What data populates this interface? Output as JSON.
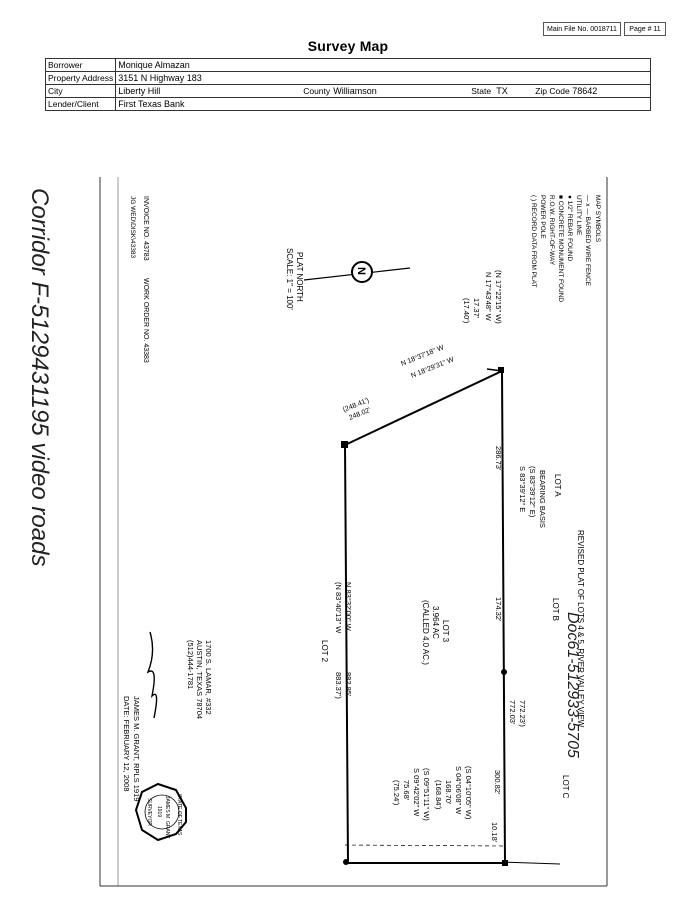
{
  "header": {
    "file_no": "Main File No. 0018711",
    "page_no": "Page # 11",
    "title": "Survey Map"
  },
  "subject": {
    "borrower_label": "Borrower",
    "borrower": "Monique Almazan",
    "address_label": "Property Address",
    "address": "3151 N Highway 183",
    "city_label": "City",
    "city": "Liberty Hill",
    "county_label": "County",
    "county": "Williamson",
    "state_label": "State",
    "state": "TX",
    "zip_label": "Zip Code",
    "zip": "78642",
    "lender_label": "Lender/Client",
    "lender": "First Texas Bank"
  },
  "handwriting": {
    "left_note": "Corridor F-5129431195 video roads",
    "right_note": "Doc61-512933-5705"
  },
  "plat": {
    "title": "REVISED PLAT OF LOTS 4 & 5, RIVER VALLEY VIEW",
    "lot_a": "LOT A",
    "lot_b": "LOT B",
    "lot_c": "LOT C",
    "lot_2": "LOT 2",
    "lot_3": "LOT 3",
    "lot_3_area": "3.964 AC",
    "lot_3_called": "(CALLED 4.0 AC.)",
    "bearing_basis": "BEARING BASIS",
    "bearing_1": "(S 83°39'12\" E)",
    "bearing_2": "S 83°39'12\" E",
    "dist_north_1": "286.73'",
    "dist_north_2": "174.32'",
    "dist_north_3": "772.23')",
    "dist_north_4": "772.03'",
    "dist_east_1": "300.82'",
    "dist_east_2": "10.18'",
    "east_b1": "(S 04°10'05\" W)",
    "east_b2": "S 04°06'08\" W",
    "east_b3": "168.70'",
    "east_b4": "(168.84')",
    "east_b5": "(S 09°51'11\" W)",
    "east_b6": "S 09°42'02\" W",
    "east_b7": "75.68'",
    "east_b8": "(75.24')",
    "south_b1": "N 83°32'00\" W",
    "south_b2": "(N 83°40'13\" W",
    "south_d1": "882.85'",
    "south_d2": "883.37')",
    "west_b1": "N 18°37'18\" W",
    "west_b2": "N 18°29'31\" W",
    "west_d1": "248.02'",
    "west_d2": "(248.41')",
    "nw_b1": "(N 17°22'15\" W)",
    "nw_b2": "N 17°43'48\" W",
    "nw_d1": "17.37'",
    "nw_d2": "(17.40')",
    "plat_north": "PLAT NORTH",
    "scale": "SCALE: 1\" = 100'",
    "north_symbol": "N",
    "legend_title": "MAP SYMBOLS",
    "legend": [
      "— x — BARBED WIRE FENCE",
      "UTILITY LINE",
      "● 1/2\" REBAR FOUND",
      "■ CONCRETE MONUMENT FOUND",
      "R.O.W. RIGHT-OF-WAY",
      "POWER POLE",
      "( ) RECORD DATA FROM PLAT"
    ],
    "invoice": "INVOICE NO. 43783",
    "work_order": "WORK ORDER NO. 43383",
    "file_ref": "JG WED\\DISK\\43383",
    "surveyor_addr1": "1700 S. LAMAR, #332",
    "surveyor_addr2": "AUSTIN, TEXAS 78704",
    "surveyor_phone": "(512)444-1781",
    "surveyor_name": "JAMES M. GRANT, RPLS 1919",
    "surveyor_date": "DATE: FEBRUARY 12, 2008",
    "seal_top": "STATE OF TEXAS",
    "seal_name": "JAMES M. GRANT",
    "seal_num": "1919",
    "seal_bottom": "SURVEYOR"
  }
}
